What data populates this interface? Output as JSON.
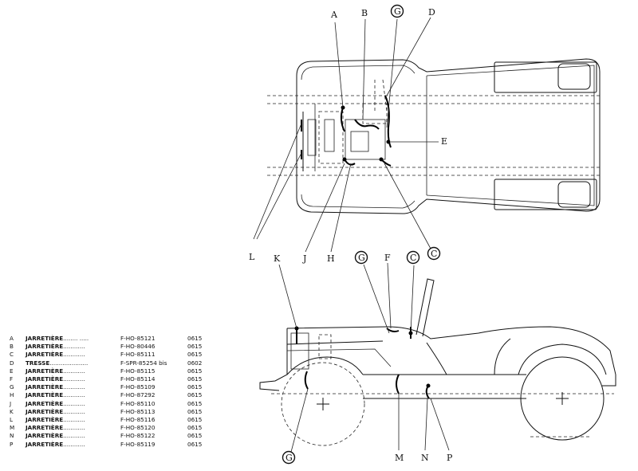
{
  "legend": [
    {
      "code": "A",
      "name": "JARRETIÈRE",
      "dots": "........ .....",
      "part": "F-HO-85121",
      "qty": "0615"
    },
    {
      "code": "B",
      "name": "JARRETIÈRE",
      "dots": "............",
      "part": "F-HO-80446",
      "qty": "0615"
    },
    {
      "code": "C",
      "name": "JARRETIÈRE",
      "dots": "............",
      "part": "F-HO-85111",
      "qty": "0615"
    },
    {
      "code": "D",
      "name": "TRESSE",
      "dots": ".....................",
      "part": "F-SPR-85254 bis",
      "qty": "0602"
    },
    {
      "code": "E",
      "name": "JARRETIÈRE",
      "dots": "............",
      "part": "F-HO-85115",
      "qty": "0615"
    },
    {
      "code": "F",
      "name": "JARRETIÈRE",
      "dots": "............",
      "part": "F-HO-85114",
      "qty": "0615"
    },
    {
      "code": "G",
      "name": "JARRETIÈRE",
      "dots": "............",
      "part": "F-HO-85109",
      "qty": "0615"
    },
    {
      "code": "H",
      "name": "JARRETIÈRE",
      "dots": "............",
      "part": "F-HO-87292",
      "qty": "0615"
    },
    {
      "code": "J",
      "name": "JARRETIÈRE",
      "dots": "............",
      "part": "F-HO-85110",
      "qty": "0615"
    },
    {
      "code": "K",
      "name": "JARRETIÈRE",
      "dots": "............",
      "part": "F-HO-85113",
      "qty": "0615"
    },
    {
      "code": "L",
      "name": "JARRETIÈRE",
      "dots": "............",
      "part": "F-HO-85116",
      "qty": "0615"
    },
    {
      "code": "M",
      "name": "JARRETIÈRE",
      "dots": "............",
      "part": "F-HO-85120",
      "qty": "0615"
    },
    {
      "code": "N",
      "name": "JARRETIÈRE",
      "dots": "............",
      "part": "F-HO-85122",
      "qty": "0615"
    },
    {
      "code": "P",
      "name": "JARRETIÈRE",
      "dots": "............",
      "part": "F-HO-85119",
      "qty": "0615"
    }
  ],
  "callouts": {
    "top_view": {
      "A": "A",
      "B": "B",
      "G": "G",
      "D": "D",
      "E": "E",
      "L": "L",
      "J": "J",
      "H": "H",
      "C": "C"
    },
    "side_view": {
      "K": "K",
      "G": "G",
      "F": "F",
      "C": "C",
      "G_bottom": "G",
      "M": "M",
      "N": "N",
      "P": "P"
    }
  }
}
